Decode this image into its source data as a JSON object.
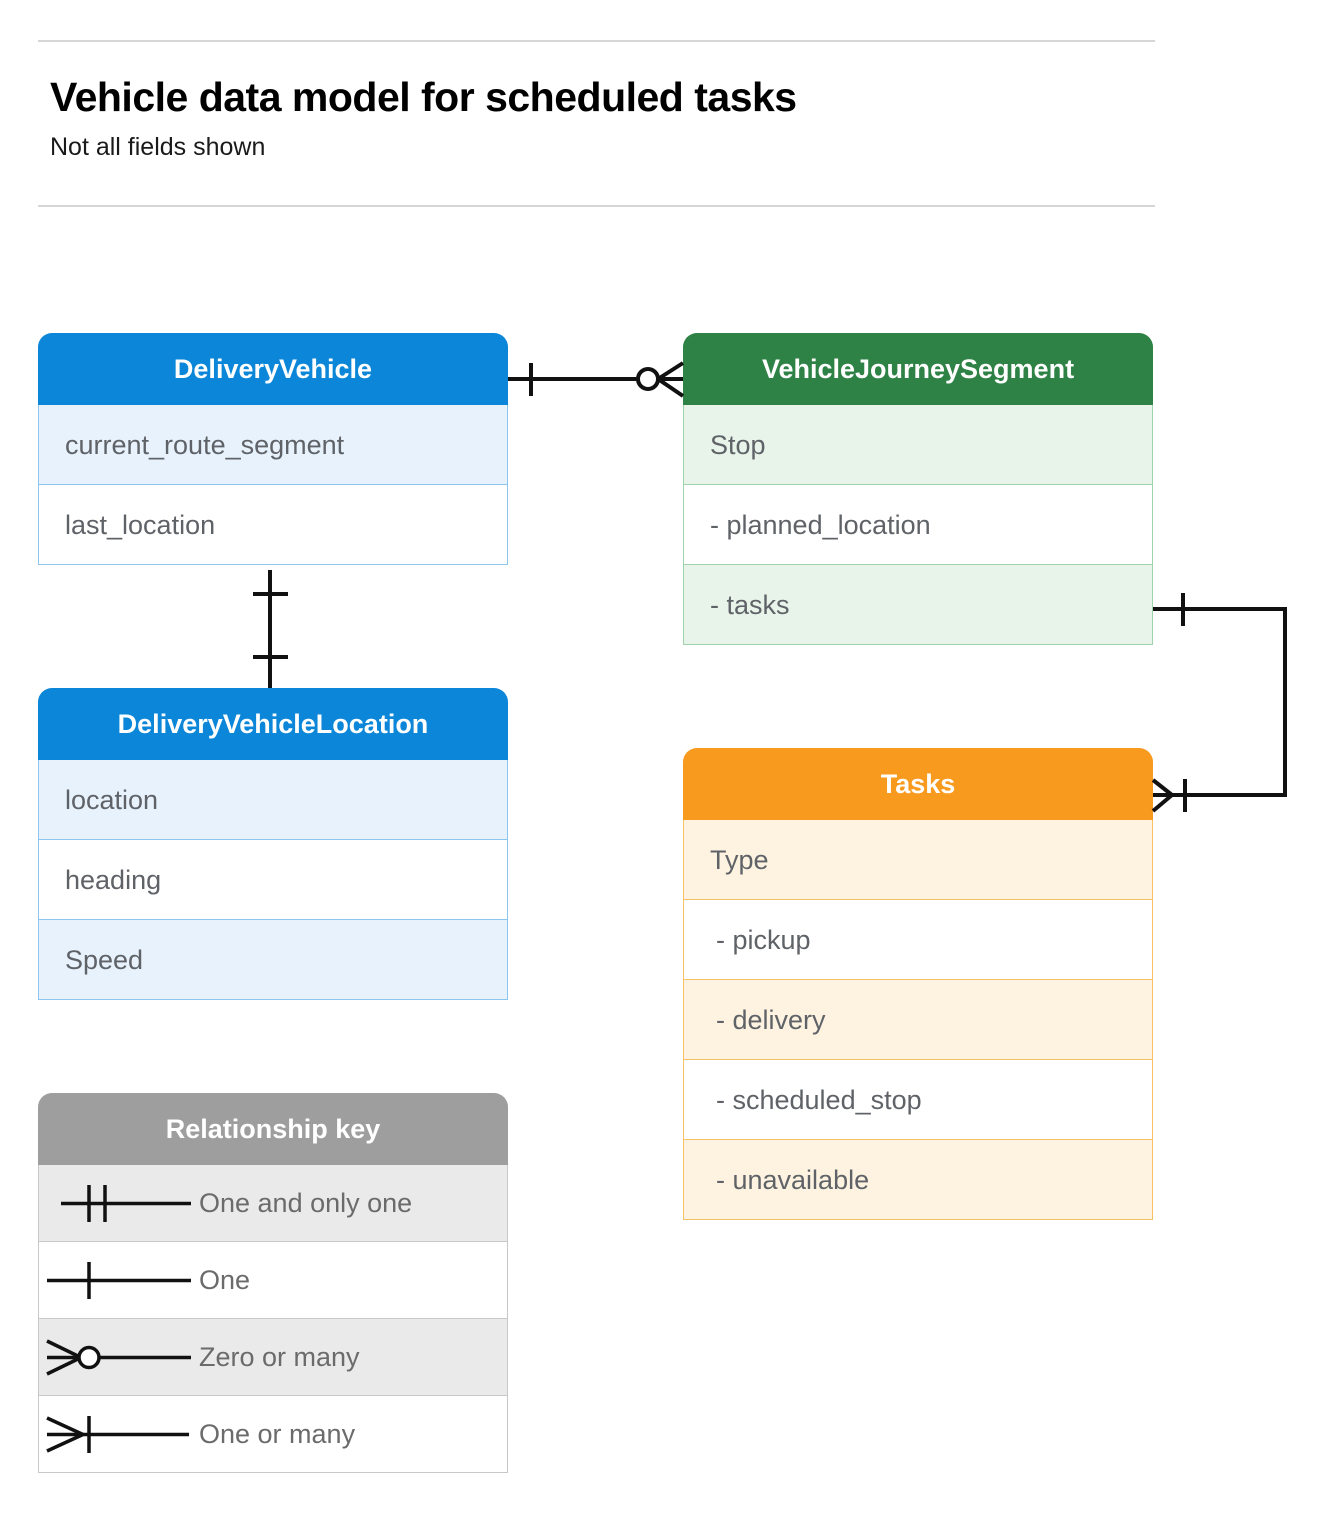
{
  "header": {
    "title": "Vehicle data model for scheduled tasks",
    "subtitle": "Not all fields shown"
  },
  "colors": {
    "blue": "#0b86d8",
    "blue_tint": "#e7f2fc",
    "blue_border": "#8cc6ef",
    "green": "#2f8245",
    "green_tint": "#e8f4ea",
    "green_border": "#9ed3ad",
    "orange": "#f79a1e",
    "orange_tint": "#fdf3e0",
    "orange_border": "#f7c267",
    "gray": "#9e9e9e",
    "gray_tint": "#eaeaea",
    "text": "#5f6368",
    "rule": "#d6d6d6"
  },
  "entities": [
    {
      "id": "delivery-vehicle",
      "title": "DeliveryVehicle",
      "color": "blue",
      "rows": [
        {
          "label": "current_route_segment",
          "tint": true,
          "indent": false
        },
        {
          "label": "last_location",
          "tint": false,
          "indent": false
        }
      ]
    },
    {
      "id": "vehicle-journey-segment",
      "title": "VehicleJourneySegment",
      "color": "green",
      "rows": [
        {
          "label": "Stop",
          "tint": true,
          "indent": false
        },
        {
          "label": "-  planned_location",
          "tint": false,
          "indent": false
        },
        {
          "label": "- tasks",
          "tint": true,
          "indent": false
        }
      ]
    },
    {
      "id": "delivery-vehicle-location",
      "title": "DeliveryVehicleLocation",
      "color": "blue",
      "rows": [
        {
          "label": "location",
          "tint": true,
          "indent": false
        },
        {
          "label": "heading",
          "tint": false,
          "indent": false
        },
        {
          "label": "Speed",
          "tint": true,
          "indent": false
        }
      ]
    },
    {
      "id": "tasks",
      "title": "Tasks",
      "color": "orange",
      "rows": [
        {
          "label": "Type",
          "tint": true,
          "indent": false
        },
        {
          "label": "-  pickup",
          "tint": false,
          "indent": true
        },
        {
          "label": "-  delivery",
          "tint": true,
          "indent": true
        },
        {
          "label": "-  scheduled_stop",
          "tint": false,
          "indent": true
        },
        {
          "label": "-  unavailable",
          "tint": true,
          "indent": true
        }
      ]
    }
  ],
  "legend": {
    "title": "Relationship key",
    "rows": [
      {
        "symbol": "one-and-only-one",
        "label": "One and only one",
        "tint": true
      },
      {
        "symbol": "one",
        "label": "One",
        "tint": false
      },
      {
        "symbol": "zero-or-many",
        "label": "Zero or many",
        "tint": true
      },
      {
        "symbol": "one-or-many",
        "label": "One or many",
        "tint": false
      }
    ]
  },
  "relationships": [
    {
      "id": "deliveryvehicle-to-journeysegment",
      "from": "DeliveryVehicle",
      "to": "VehicleJourneySegment",
      "from_cardinality": "One",
      "to_cardinality": "Zero or many"
    },
    {
      "id": "deliveryvehicle-to-vehiclelocation",
      "from": "DeliveryVehicle",
      "to": "DeliveryVehicleLocation",
      "from_cardinality": "One",
      "to_cardinality": "One"
    },
    {
      "id": "journeysegment-tasks-to-tasks",
      "from": "VehicleJourneySegment.tasks",
      "to": "Tasks",
      "from_cardinality": "One",
      "to_cardinality": "One or many"
    }
  ]
}
